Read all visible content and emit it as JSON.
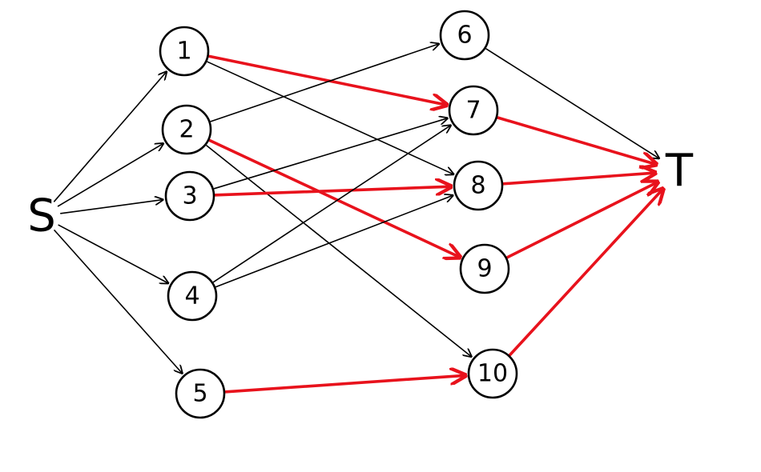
{
  "graph": {
    "colors": {
      "ink": "#000000",
      "highlight": "#e8121c",
      "background": "#ffffff"
    },
    "source": {
      "id": "S",
      "label": "S"
    },
    "sink": {
      "id": "T",
      "label": "T"
    },
    "left_nodes": [
      {
        "id": "1",
        "label": "1"
      },
      {
        "id": "2",
        "label": "2"
      },
      {
        "id": "3",
        "label": "3"
      },
      {
        "id": "4",
        "label": "4"
      },
      {
        "id": "5",
        "label": "5"
      }
    ],
    "right_nodes": [
      {
        "id": "6",
        "label": "6"
      },
      {
        "id": "7",
        "label": "7"
      },
      {
        "id": "8",
        "label": "8"
      },
      {
        "id": "9",
        "label": "9"
      },
      {
        "id": "10",
        "label": "10"
      }
    ],
    "edges": [
      {
        "from": "S",
        "to": "1",
        "highlighted": false
      },
      {
        "from": "S",
        "to": "2",
        "highlighted": false
      },
      {
        "from": "S",
        "to": "3",
        "highlighted": false
      },
      {
        "from": "S",
        "to": "4",
        "highlighted": false
      },
      {
        "from": "S",
        "to": "5",
        "highlighted": false
      },
      {
        "from": "1",
        "to": "7",
        "highlighted": true
      },
      {
        "from": "1",
        "to": "8",
        "highlighted": false
      },
      {
        "from": "2",
        "to": "6",
        "highlighted": false
      },
      {
        "from": "2",
        "to": "9",
        "highlighted": true
      },
      {
        "from": "2",
        "to": "10",
        "highlighted": false
      },
      {
        "from": "3",
        "to": "7",
        "highlighted": false
      },
      {
        "from": "3",
        "to": "8",
        "highlighted": true
      },
      {
        "from": "4",
        "to": "7",
        "highlighted": false
      },
      {
        "from": "4",
        "to": "8",
        "highlighted": false
      },
      {
        "from": "5",
        "to": "10",
        "highlighted": true
      },
      {
        "from": "6",
        "to": "T",
        "highlighted": false
      },
      {
        "from": "7",
        "to": "T",
        "highlighted": true
      },
      {
        "from": "8",
        "to": "T",
        "highlighted": true
      },
      {
        "from": "9",
        "to": "T",
        "highlighted": true
      },
      {
        "from": "10",
        "to": "T",
        "highlighted": true
      }
    ]
  }
}
